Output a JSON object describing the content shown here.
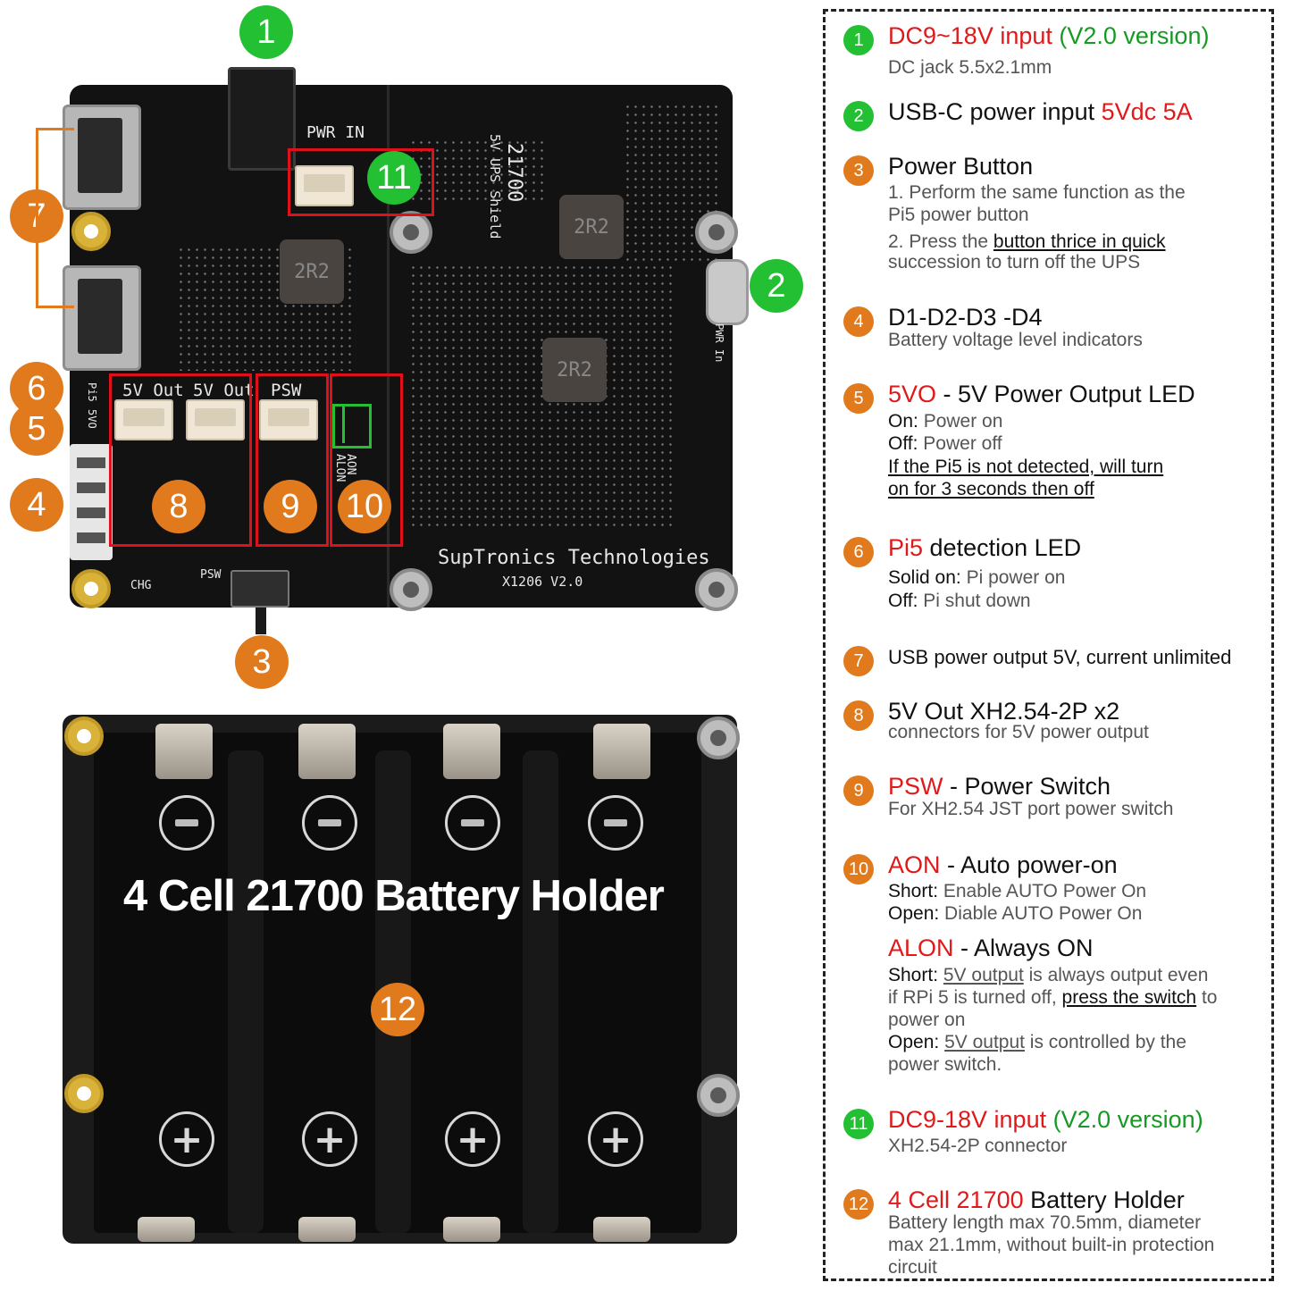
{
  "board": {
    "silk_pwr_in": "PWR IN",
    "silk_model": "21700",
    "silk_sub": "5V UPS Shield",
    "silk_5vout_a": "5V Out",
    "silk_5vout_b": "5V Out",
    "silk_psw": "PSW",
    "silk_aon": "AON",
    "silk_alon": "ALON",
    "silk_pi5": "Pi5",
    "silk_5vo": "5VO",
    "silk_chg": "CHG",
    "silk_psw_btn": "PSW",
    "silk_pwr_in_c": "PWR In",
    "silk_maker": "SupTronics Technologies",
    "silk_version": "X1206  V2.0",
    "inductor_label": "2R2",
    "holder_label": "4 Cell 21700 Battery Holder"
  },
  "markers": {
    "m1": "1",
    "m2": "2",
    "m3": "3",
    "m4": "4",
    "m5": "5",
    "m6": "6",
    "m7": "7",
    "m8": "8",
    "m9": "9",
    "m10": "10",
    "m11": "11",
    "m12": "12"
  },
  "legend": {
    "l1": {
      "num": "1",
      "title_red": "DC9~18V input",
      "title_green": "(V2.0 version)",
      "sub": "DC jack 5.5x2.1mm"
    },
    "l2": {
      "num": "2",
      "title": "USB-C power input",
      "title_red": "5Vdc 5A"
    },
    "l3": {
      "num": "3",
      "title": "Power Button",
      "s1": "1. Perform the same function as the",
      "s2": "Pi5 power button",
      "s3a": "2. Press the",
      "s3b": "button thrice in quick",
      "s4": "succession to turn off the UPS"
    },
    "l4": {
      "num": "4",
      "title": "D1-D2-D3 -D4",
      "sub": "Battery voltage level indicators"
    },
    "l5": {
      "num": "5",
      "title_red": "5VO",
      "title": " - 5V Power Output LED",
      "on_k": "On:",
      "on_v": " Power on",
      "off_k": "Off:",
      "off_v": " Power off",
      "n1": "If the Pi5 is not detected, will turn",
      "n2": "on for 3 seconds then off"
    },
    "l6": {
      "num": "6",
      "title_red": "Pi5",
      "title": " detection LED",
      "on_k": "Solid on:",
      "on_v": " Pi power on",
      "off_k": "Off:",
      "off_v": " Pi shut down"
    },
    "l7": {
      "num": "7",
      "title": "USB power output 5V, current unlimited"
    },
    "l8": {
      "num": "8",
      "title": "5V Out XH2.54-2P x2",
      "sub": "connectors for 5V power output"
    },
    "l9": {
      "num": "9",
      "title_red": "PSW",
      "title": " - Power Switch",
      "sub": "For XH2.54 JST port power switch"
    },
    "l10": {
      "num": "10",
      "title_red": "AON",
      "title": " - Auto power-on",
      "sh_k": "Short:",
      "sh_v": " Enable AUTO Power On",
      "op_k": "Open:",
      "op_v": " Diable AUTO Power On",
      "t2_red": "ALON",
      "t2": " - Always ON",
      "a1k": "Short:",
      "a1u": "5V output",
      "a1r": " is always output even",
      "a2a": "if RPi 5 is turned off,",
      "a2u": "press the switch",
      "a2b": " to",
      "a3": "power on",
      "a4k": "Open:",
      "a4u": "5V output",
      "a4r": " is controlled by the",
      "a5": "power switch."
    },
    "l11": {
      "num": "11",
      "title_red": "DC9-18V input",
      "title_green": "(V2.0 version)",
      "sub": "XH2.54-2P connector"
    },
    "l12": {
      "num": "12",
      "title_red": "4 Cell 21700",
      "title": " Battery Holder",
      "s1": "Battery length max 70.5mm, diameter",
      "s2": "max 21.1mm, without built-in protection",
      "s3": "circuit"
    }
  },
  "colors": {
    "marker_green": "#22c032",
    "marker_orange": "#e07a1c",
    "highlight_red": "#e01a1a",
    "highlight_green": "#169a24",
    "callout_box": "#e0101a"
  }
}
